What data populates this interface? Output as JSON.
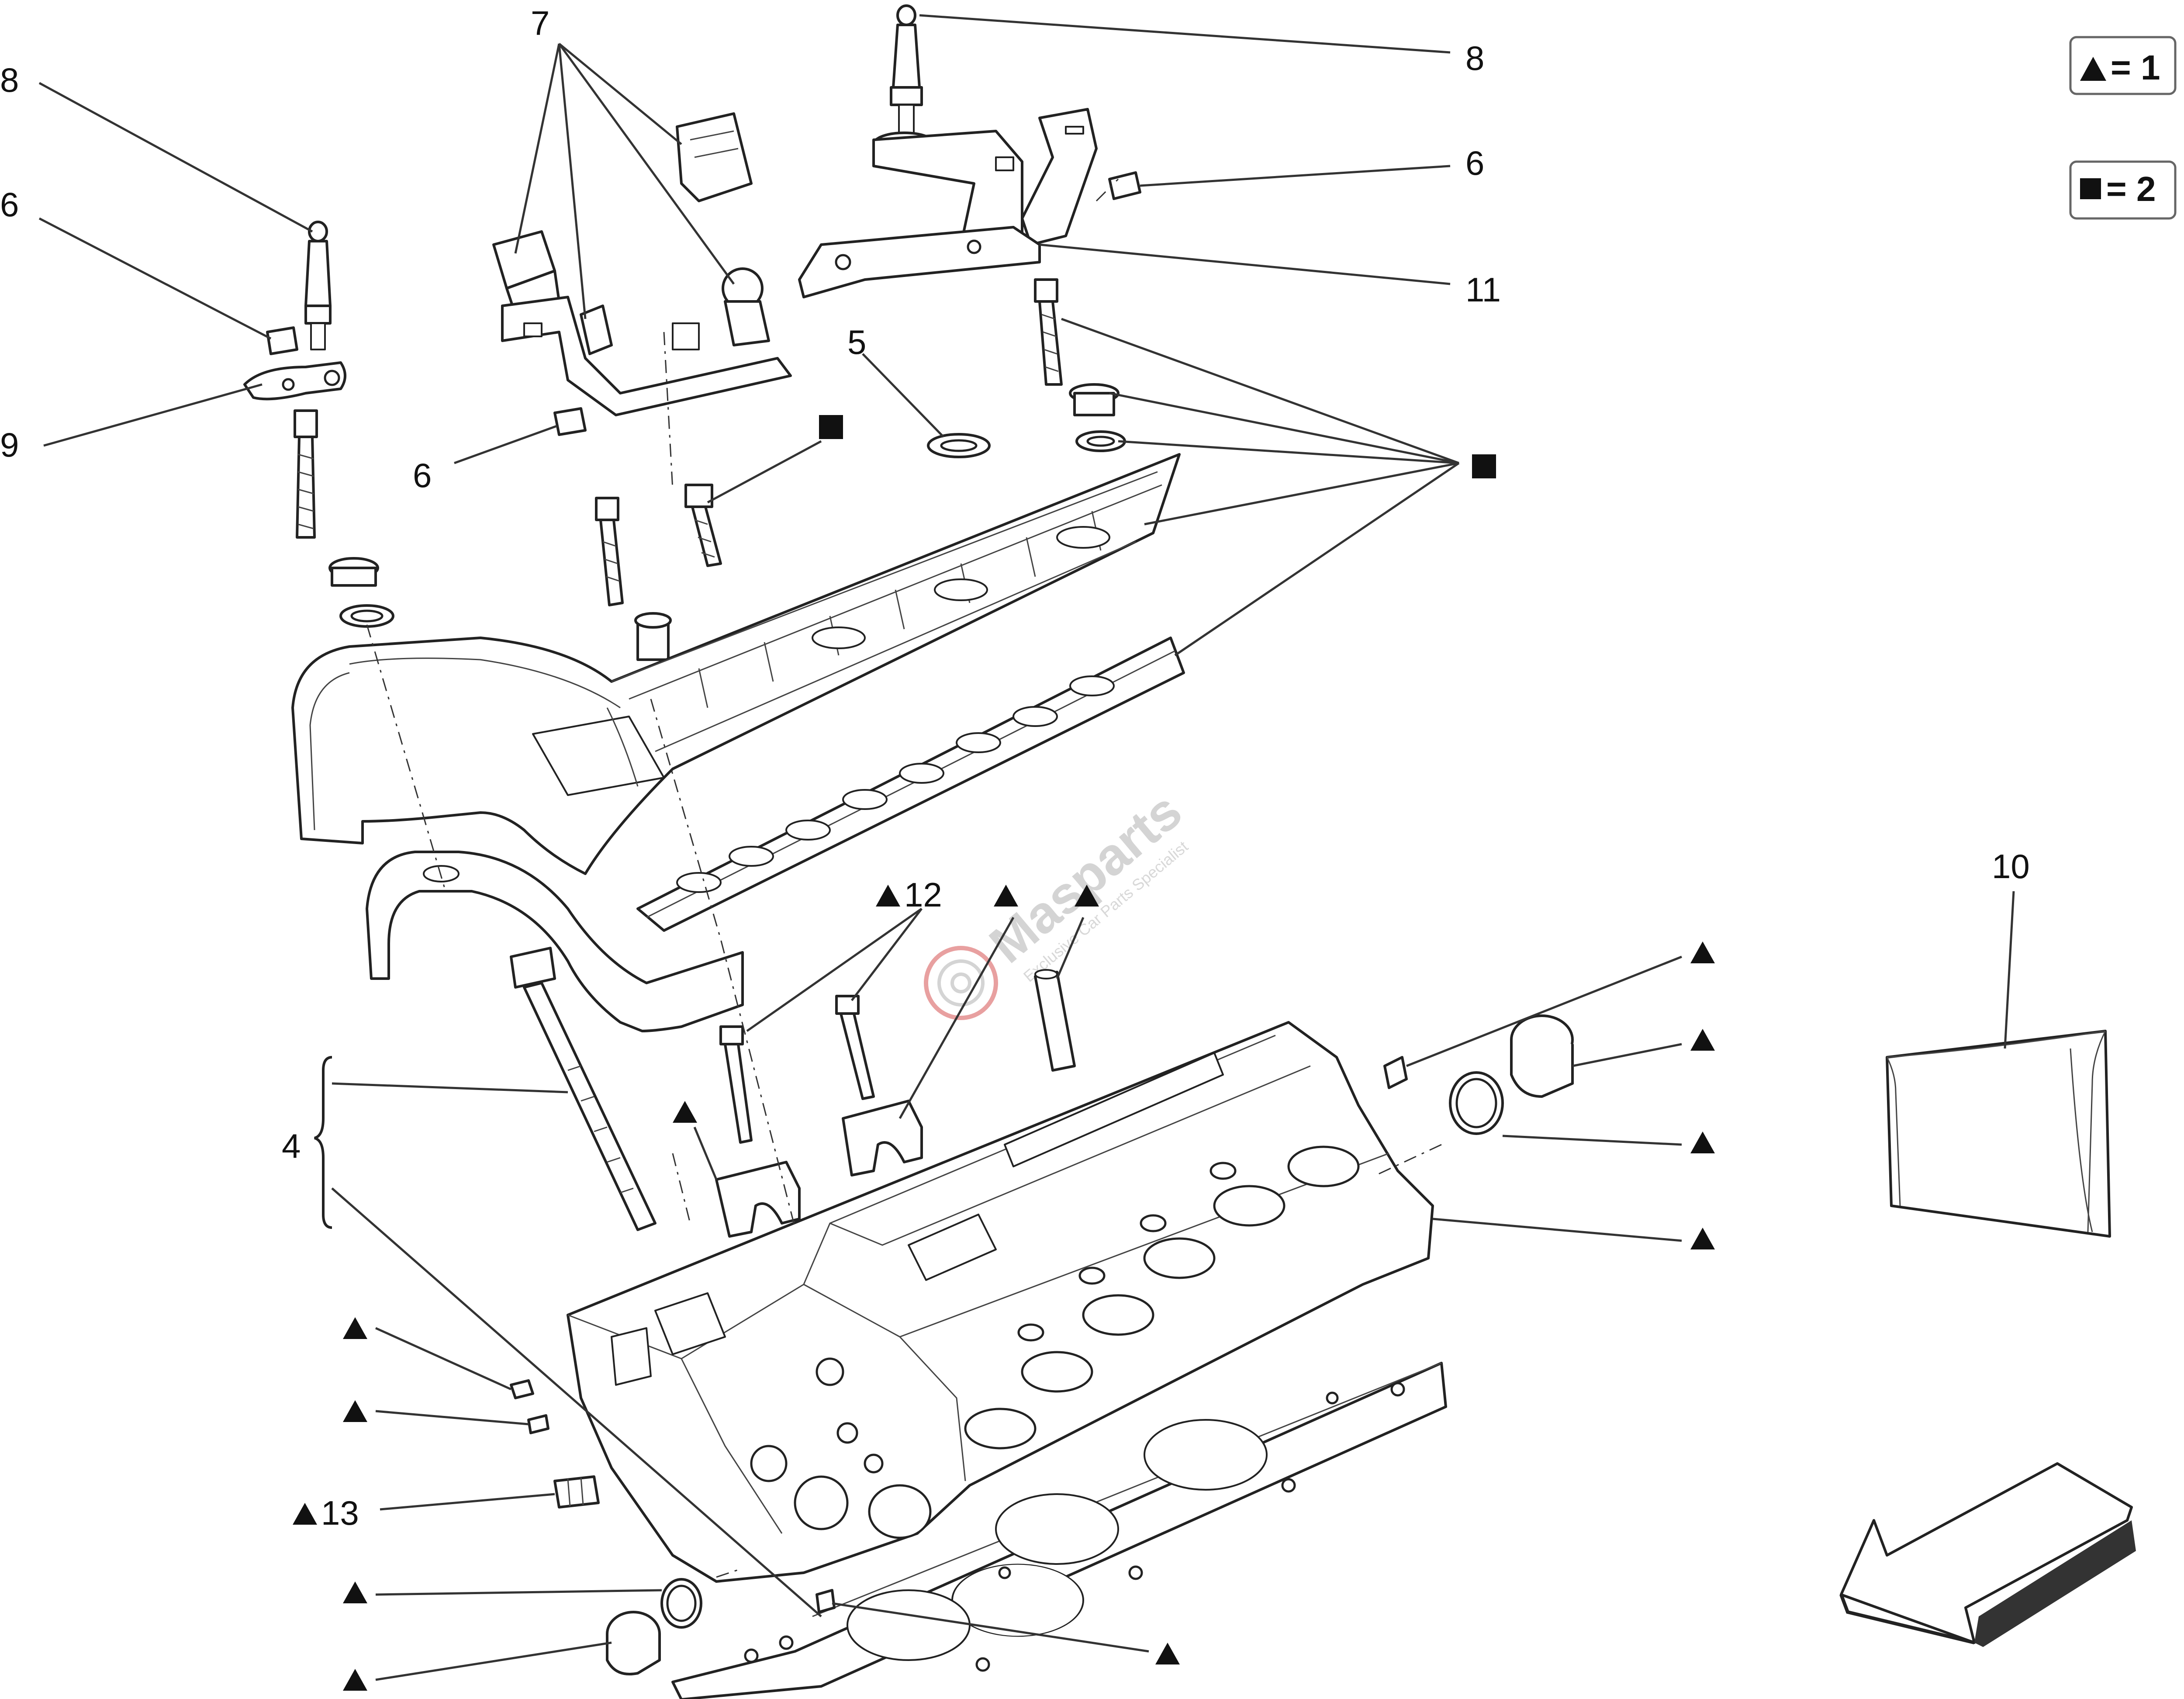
{
  "legend": {
    "triangle_value": "= 1",
    "square_value": "= 2"
  },
  "callouts": {
    "c8_left": "8",
    "c6_left": "6",
    "c9": "9",
    "c7": "7",
    "c6_mid": "6",
    "c5": "5",
    "c8_right": "8",
    "c6_right": "6",
    "c11": "11",
    "c4": "4",
    "c12": "12",
    "c10": "10",
    "c13": "13"
  },
  "watermark": {
    "brand": "Masparts",
    "tagline": "Exclusive Car Parts Specialist"
  },
  "colors": {
    "line": "#222222",
    "watermark_red": "#e8a0a0",
    "watermark_grey": "#d4d4d4"
  }
}
